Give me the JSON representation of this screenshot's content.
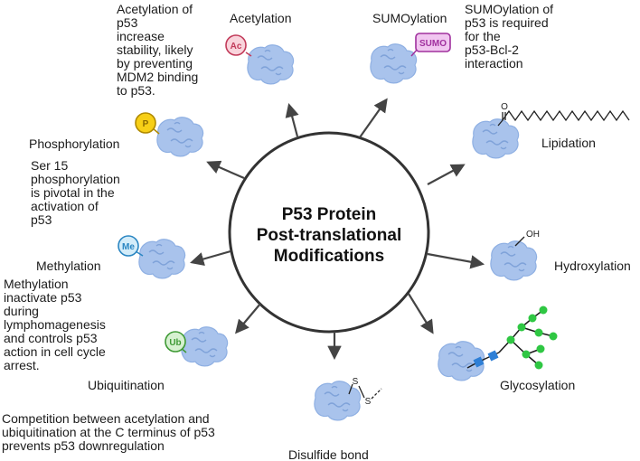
{
  "title": "P53 Protein\nPost-translational\nModifications",
  "modifications": {
    "acetylation": {
      "name": "Acetylation",
      "badge": "Ac",
      "note": "Acetylation of\np53\nincrease\nstability, likely\nby preventing\nMDM2 binding\nto p53."
    },
    "sumoylation": {
      "name": "SUMOylation",
      "badge": "SUMO",
      "note": "SUMOylation of\np53 is required\nfor the\np53-Bcl-2\ninteraction"
    },
    "phosphorylation": {
      "name": "Phosphorylation",
      "badge": "P",
      "note": "Ser 15\nphosphorylation\nis pivotal in the\nactivation of\np53"
    },
    "lipidation": {
      "name": "Lipidation",
      "atom": "O"
    },
    "methylation": {
      "name": "Methylation",
      "badge": "Me",
      "note": "Methylation\ninactivate p53\nduring\nlymphomagenesis\nand controls p53\naction in cell cycle\narrest."
    },
    "hydroxylation": {
      "name": "Hydroxylation",
      "group": "OH"
    },
    "ubiquitination": {
      "name": "Ubiquitination",
      "badge": "Ub",
      "note": "Competition between acetylation and\nubiquitination at the  C terminus of p53\nprevents p53 downregulation"
    },
    "glycosylation": {
      "name": "Glycosylation"
    },
    "disulfide": {
      "name": "Disulfide bond",
      "atom1": "S",
      "atom2": "S"
    }
  },
  "colors": {
    "protein": "#a9c3ec",
    "protein_shade": "#7fa2d9",
    "arrow": "#444444",
    "circle": "#333333",
    "ac_fill": "#f9d4dc",
    "ac_stroke": "#c23b5a",
    "sumo_fill": "#f1c6f0",
    "sumo_stroke": "#a0309e",
    "p_fill": "#f7cf17",
    "p_stroke": "#b08a00",
    "me_fill": "#d3ecf9",
    "me_stroke": "#2a86c2",
    "ub_fill": "#d6f1d0",
    "ub_stroke": "#3f9a35",
    "glyco_square": "#2e7fd6",
    "glyco_circle": "#2fc743"
  },
  "icons": [
    "protein-blob-icon",
    "arrow-icon",
    "lipid-chain-icon",
    "hydroxyl-icon",
    "glycan-chain-icon",
    "disulfide-icon"
  ]
}
